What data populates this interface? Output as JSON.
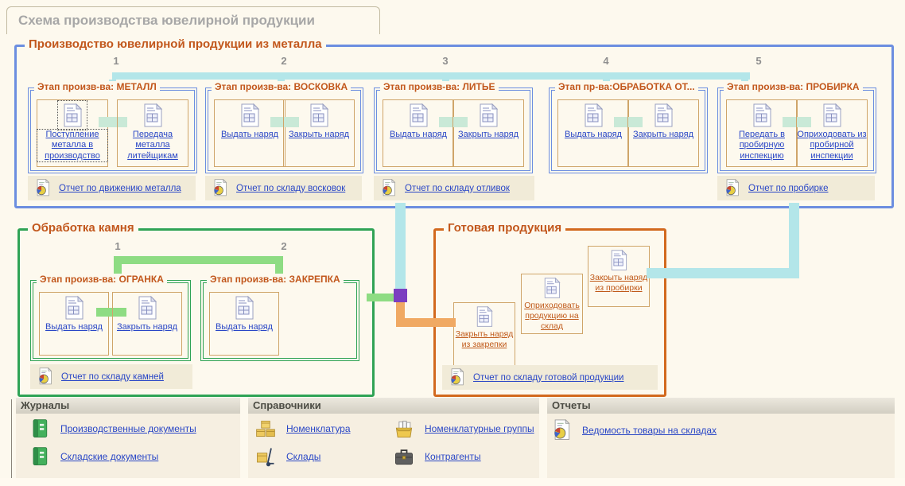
{
  "tab": {
    "title": "Схема производства ювелирной продукции"
  },
  "metal_group": {
    "title": "Производство ювелирной продукции  из металла",
    "stage_numbers": [
      "1",
      "2",
      "3",
      "4",
      "5"
    ],
    "stages": [
      {
        "title": "Этап произв-ва: МЕТАЛЛ",
        "link1": "Поступление металла в производство",
        "link2": "Передача металла литейщикам",
        "report": "Отчет по движению металла"
      },
      {
        "title": "Этап произв-ва:  ВОСКОВКА",
        "link1": "Выдать наряд",
        "link2": "Закрыть наряд",
        "report": "Отчет по складу восковок"
      },
      {
        "title": "Этап произв-ва:  ЛИТЬЕ",
        "link1": "Выдать наряд",
        "link2": "Закрыть наряд",
        "report": "Отчет по складу отливок"
      },
      {
        "title": "Этап пр-ва:ОБРАБОТКА ОТ...",
        "link1": "Выдать наряд",
        "link2": "Закрыть наряд"
      },
      {
        "title": "Этап произв-ва: ПРОБИРКА",
        "link1": "Передать в пробирную инспекцию",
        "link2": "Оприходовать из пробирной инспекции",
        "report": "Отчет по пробирке"
      }
    ]
  },
  "stone_group": {
    "title": "Обработка камня",
    "stage_numbers": [
      "1",
      "2"
    ],
    "stages": [
      {
        "title": "Этап произв-ва:  ОГРАНКА",
        "link1": "Выдать наряд",
        "link2": "Закрыть наряд"
      },
      {
        "title": "Этап произв-ва:  ЗАКРЕПКА",
        "link1": "Выдать наряд"
      }
    ],
    "report": "Отчет по складу камней"
  },
  "finished_group": {
    "title": "Готовая продукция",
    "cell1": "Закрыть наряд из закрепки",
    "cell2": "Оприходовать продукцию на склад",
    "cell3": "Закрыть наряд из пробирки",
    "report": "Отчет по складу готовой продукции"
  },
  "panels": {
    "journals": {
      "title": "Журналы",
      "item1": "Производственные документы",
      "item2": "Складские документы"
    },
    "catalogs": {
      "title": "Справочники",
      "item1": "Номенклатура",
      "item2": "Склады",
      "item3": "Номенклатурные группы",
      "item4": "Контрагенты"
    },
    "reports": {
      "title": "Отчеты",
      "item1": "Ведомость товары на складах"
    }
  },
  "colors": {
    "page_background": "#fdf9ee",
    "group_label_orange": "#c2571c",
    "blue_border": "#6c8ee0",
    "green_border": "#2fa355",
    "orange_border": "#d2691e",
    "cyan_connector": "#b3e6e9",
    "green_connector": "#8edc83",
    "orange_connector": "#f0a963",
    "purple_junction": "#7b3fc0",
    "link_blue": "#2946c6",
    "link_orange": "#c05a1a",
    "cell_border": "#cfa569",
    "report_strip_bg": "#f1ebd8"
  }
}
